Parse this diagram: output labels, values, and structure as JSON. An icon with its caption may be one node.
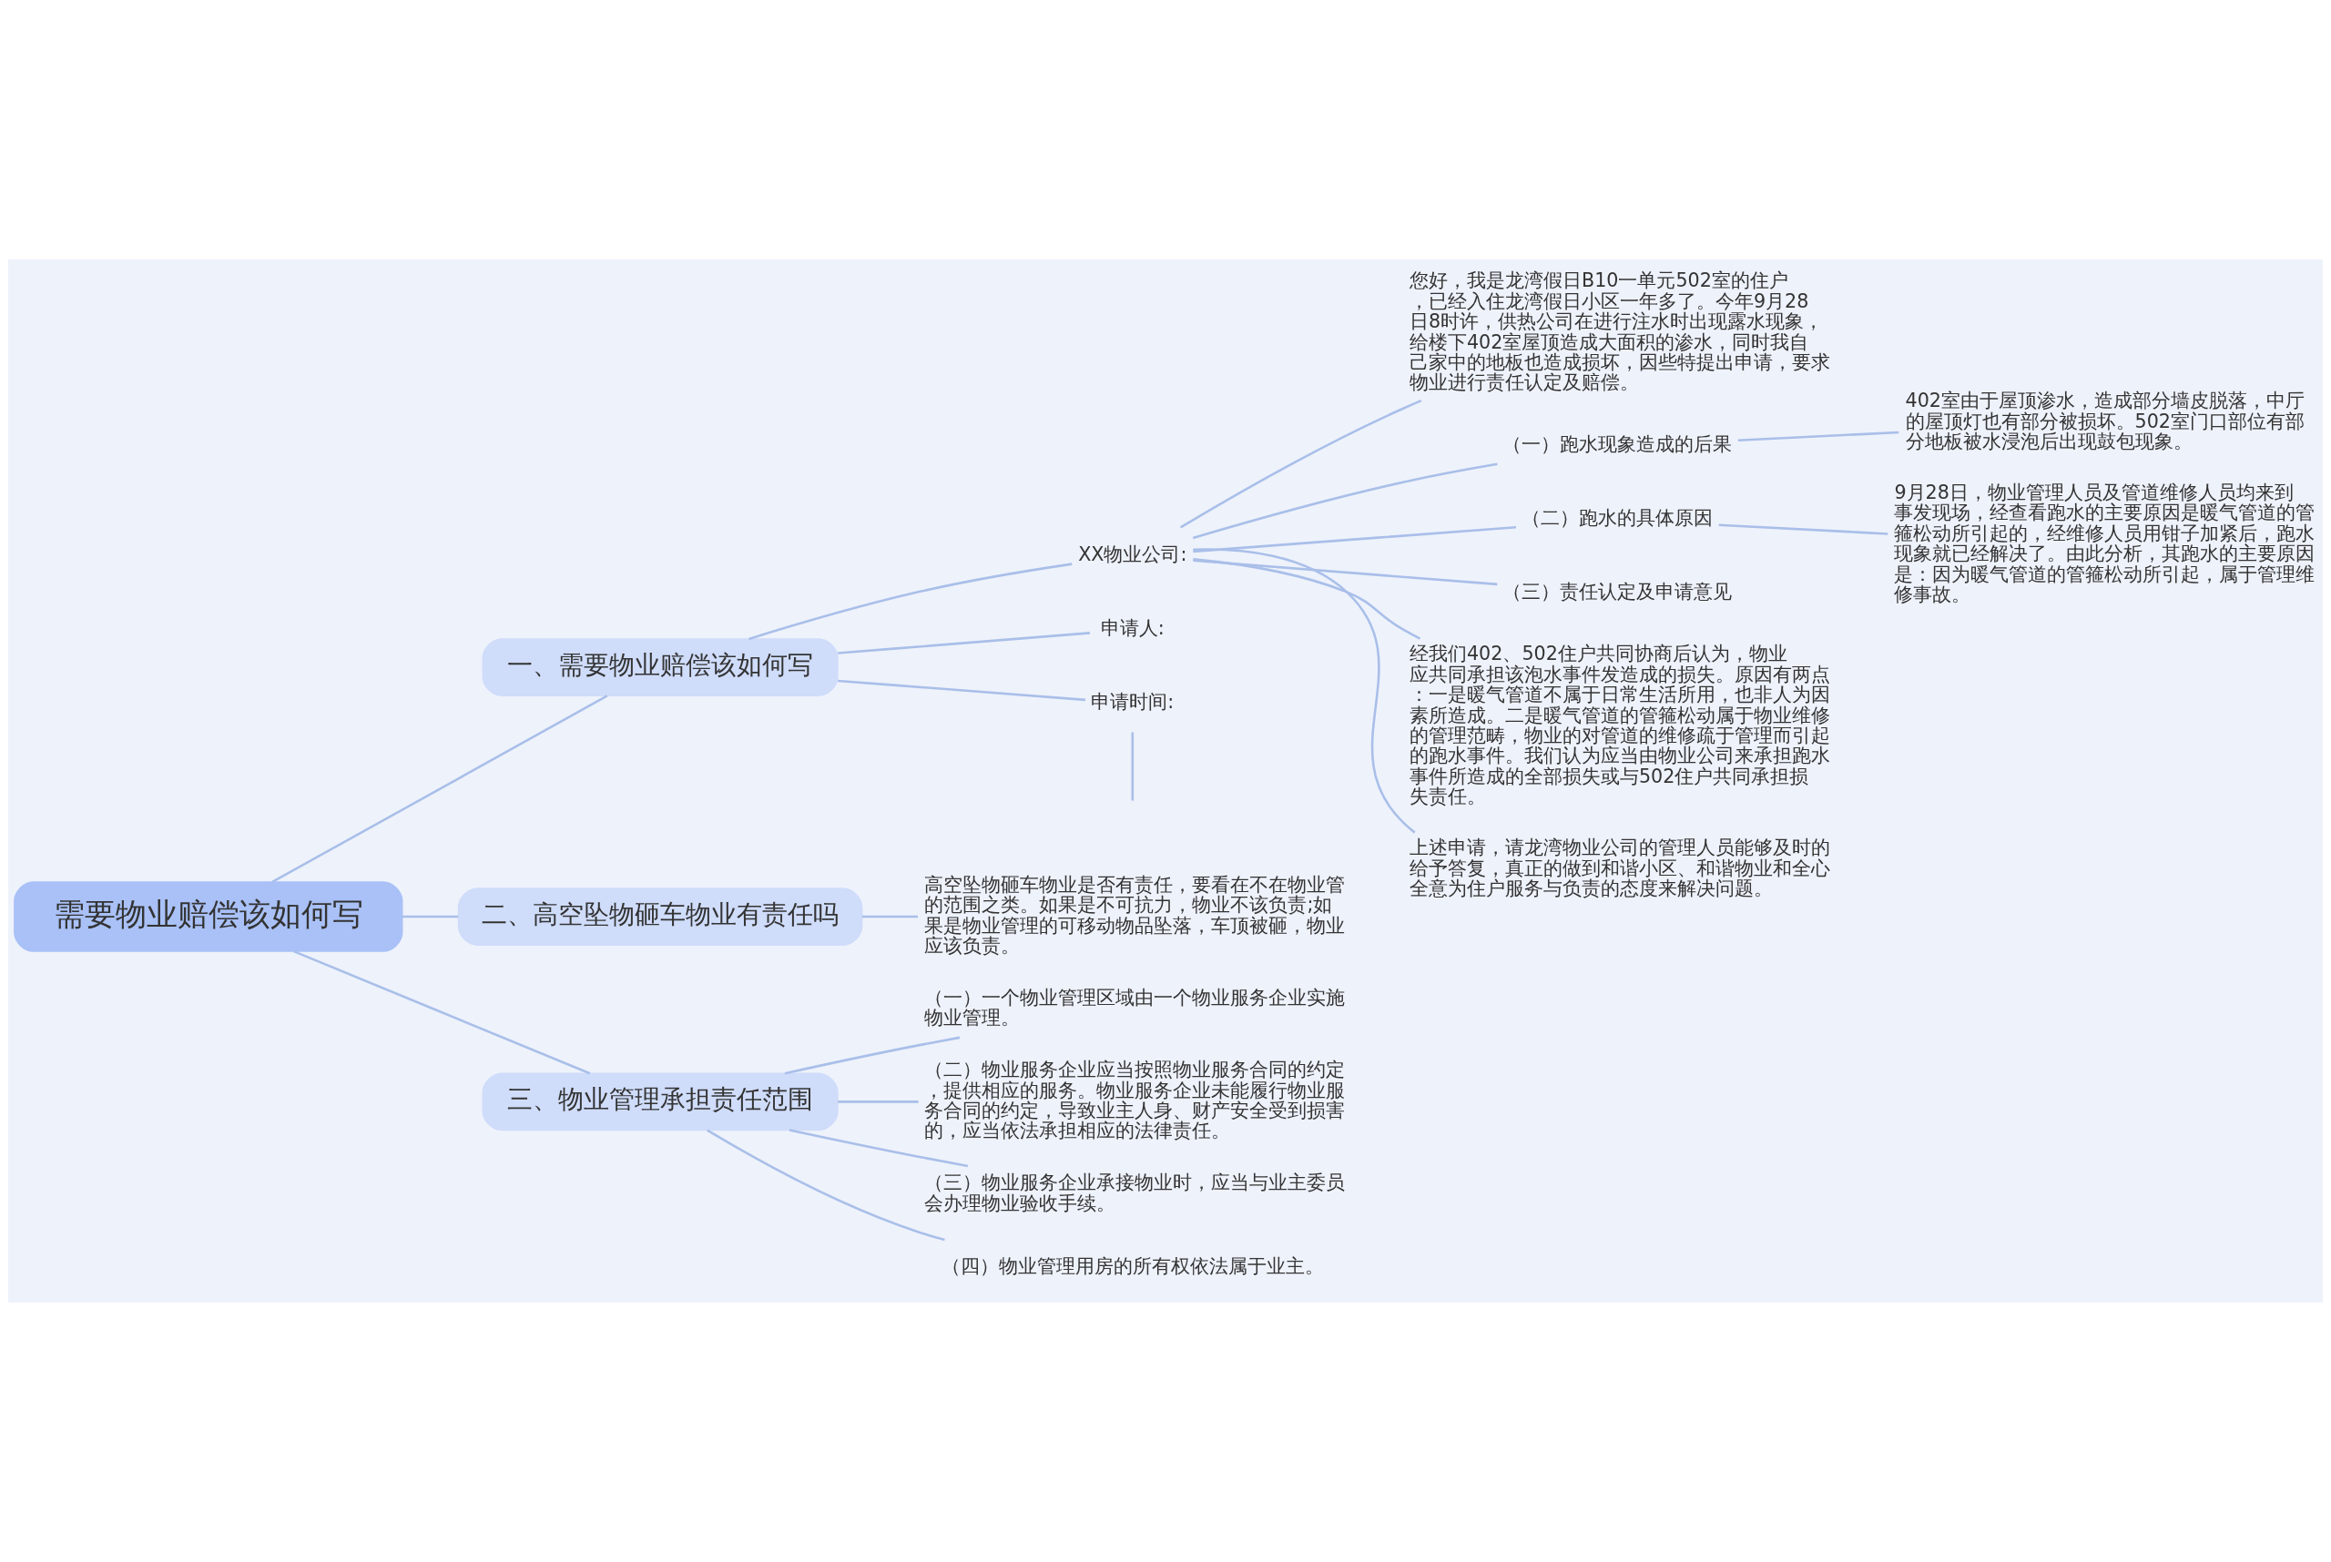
{
  "diagram": {
    "nodes": [
      {
        "text": [
          "需要物业赔偿该如何写"
        ]
      },
      {
        "text": [
          "一、需要物业赔偿该如何写"
        ]
      },
      {
        "text": [
          "XX物业公司:"
        ]
      },
      {
        "text": [
          "您好，我是龙湾假日B10一单元502室的住户，已经入住龙湾假日小区一年多了。今年9月28日8时许，供热公司在进行注水时出现露水现象，给楼下402室屋顶造成大面积的渗水，同时我自己家中的地板也造成损坏，因些特提出申请，要求物业进行责任认定及赔偿。"
        ]
      },
      {
        "text": [
          "（一）跑水现象造成的后果"
        ]
      },
      {
        "text": [
          "402室由于屋顶渗水，造成部分墙皮脱落，中厅的屋顶灯也有部分被损坏。502室门口部位有部分地板被水浸泡后出现鼓包现象。"
        ]
      },
      {
        "text": [
          "（二）跑水的具体原因"
        ]
      },
      {
        "text": [
          "9月28日，物业管理人员及管道维修人员均来到事发现场，经查看跑水的主要原因是暖气管道的管箍松动所引起的，经维修人员用钳子加紧后，跑水现象就已经解决了。由此分析，其跑水的主要原因是：因为暖气管道的管箍松动所引起，属于管理维修事故。"
        ]
      },
      {
        "text": [
          "（三）责任认定及申请意见"
        ]
      },
      {
        "text": [
          "经我们402、502住户共同协商后认为，物业应共同承担该泡水事件发造成的损失。原因有两点：一是暖气管道不属于日常生活所用，也非人为因素所造成。二是暖气管道的管箍松动属于物业维修的管理范畴，物业的对管道的维修疏于管理而引起的跑水事件。我们认为应当由物业公司来承担跑水事件所造成的全部损失或与502住户共同承担损失责任。"
        ]
      },
      {
        "text": [
          "上述申请，请龙湾物业公司的管理人员能够及时的给予答复，真正的做到和谐小区、和谐物业和全心全意为住户服务与负责的态度来解决问题。"
        ]
      },
      {
        "text": [
          "申请人:"
        ]
      },
      {
        "text": [
          "申请时间:"
        ]
      },
      {
        "text": [
          "二、高空坠物砸车物业有责任吗"
        ]
      },
      {
        "text": [
          "高空坠物砸车物业是否有责任，要看在不在物业管的范围之类。如果是不可抗力，物业不该负责;如果是物业管理的可移动物品坠落，车顶被砸，物业应该负责。"
        ]
      },
      {
        "text": [
          "三、物业管理承担责任范围"
        ]
      },
      {
        "text": [
          "（一）一个物业管理区域由一个物业服务企业实施物业管理。"
        ]
      },
      {
        "text": [
          "（二）物业服务企业应当按照物业服务合同的约定，提供相应的服务。物业服务企业未能履行物业服务合同的约定，导致业主人身、财产安全受到损害的，应当依法承担相应的法律责任。"
        ]
      },
      {
        "text": [
          "（三）物业服务企业承接物业时，应当与业主委员会办理物业验收手续。"
        ]
      },
      {
        "text": [
          "（四）物业管理用房的所有权依法属于业主。"
        ]
      }
    ],
    "edges": [
      {
        "from": 0,
        "to": 1,
        "arrow": "none"
      },
      {
        "from": 1,
        "to": 2,
        "arrow": "none"
      },
      {
        "from": 2,
        "to": 3,
        "arrow": "none"
      },
      {
        "from": 2,
        "to": 4,
        "arrow": "none"
      },
      {
        "from": 4,
        "to": 5,
        "arrow": "none"
      },
      {
        "from": 2,
        "to": 6,
        "arrow": "none"
      },
      {
        "from": 6,
        "to": 7,
        "arrow": "none"
      },
      {
        "from": 2,
        "to": 8,
        "arrow": "none"
      },
      {
        "from": 2,
        "to": 9,
        "arrow": "none"
      },
      {
        "from": 2,
        "to": 10,
        "arrow": "none"
      },
      {
        "from": 1,
        "to": 11,
        "arrow": "none"
      },
      {
        "from": 1,
        "to": 12,
        "arrow": "none"
      },
      {
        "from": 12,
        "to": null,
        "arrow": "none"
      },
      {
        "from": 0,
        "to": 13,
        "arrow": "none"
      },
      {
        "from": 13,
        "to": 14,
        "arrow": "none"
      },
      {
        "from": 0,
        "to": 15,
        "arrow": "none"
      },
      {
        "from": 15,
        "to": 16,
        "arrow": "none"
      },
      {
        "from": 15,
        "to": 17,
        "arrow": "none"
      },
      {
        "from": 15,
        "to": 18,
        "arrow": "none"
      },
      {
        "from": 15,
        "to": 19,
        "arrow": "none"
      }
    ]
  }
}
